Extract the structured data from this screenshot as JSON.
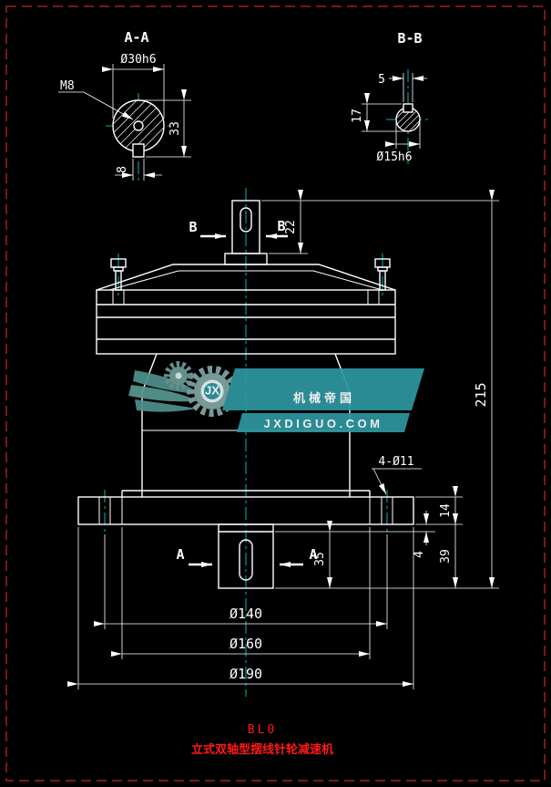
{
  "drawing": {
    "section_aa": {
      "title": "A-A",
      "dim_diameter": "Ø30h6",
      "dim_thread": "M8",
      "dim_overall": "33",
      "dim_key_width": "8"
    },
    "section_bb": {
      "title": "B-B",
      "dim_key_width": "5",
      "dim_overall": "17",
      "dim_diameter": "Ø15h6"
    },
    "main_view": {
      "cut_b_left": "B",
      "cut_b_right": "B",
      "cut_a_left": "A",
      "cut_a_right": "A",
      "dim_shaft_len_top": "22",
      "dim_total_height": "215",
      "dim_bolt_holes": "4-Ø11",
      "dim_base_thickness": "14",
      "dim_shaft_len_bottom": "39",
      "dim_boss_height": "4",
      "dim_shaft_below_boss": "35",
      "dim_bolt_circle": "Ø140",
      "dim_spigot_dia": "Ø160",
      "dim_base_dia": "Ø190"
    },
    "watermark": {
      "logo_monogram": "JX",
      "brand": "机械帝国",
      "website": "JXDIGUO.COM"
    },
    "title_block": {
      "model": "BL0",
      "product_name": "立式双轴型摆线针轮减速机"
    }
  },
  "colors": {
    "background": "#000000",
    "lines": "#ffffff",
    "centerlines": "#00e8e8",
    "border": "#a02020",
    "title_text": "#ff1a1a",
    "watermark_teal": "#2e96a0"
  }
}
